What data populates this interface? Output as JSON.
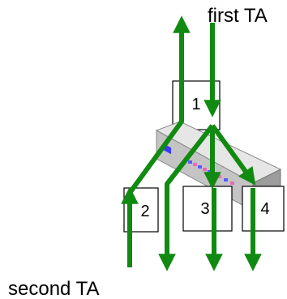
{
  "labels": {
    "first_ta": "first TA",
    "second_ta": "second TA"
  },
  "ports": [
    {
      "id": "port-1",
      "label": "1"
    },
    {
      "id": "port-2",
      "label": "2"
    },
    {
      "id": "port-3",
      "label": "3"
    },
    {
      "id": "port-4",
      "label": "4"
    }
  ],
  "device": {
    "icon": "network-switch-icon"
  },
  "colors": {
    "arrow": "#118a11",
    "switch_top": "#e6e6e6",
    "switch_front": "#c4c4c4",
    "switch_side": "#9c9c9c",
    "port_led_blue": "#3a3aff",
    "port_led_pink": "#e86ab6"
  }
}
